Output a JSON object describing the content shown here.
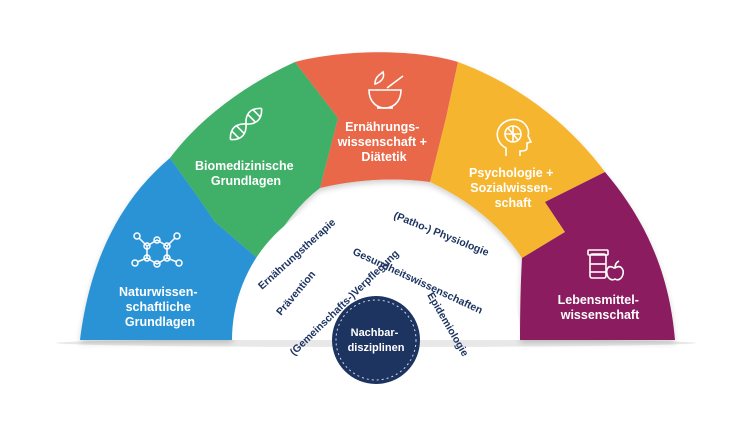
{
  "colors": {
    "blue": "#2a93d5",
    "green": "#3faf67",
    "orange": "#e8674a",
    "yellow": "#f5b52e",
    "purple": "#8a1f5e",
    "navy": "#1d3461"
  },
  "segments": [
    {
      "id": "naturwissenschaft",
      "lines": [
        "Naturwissen-",
        "schaftliche",
        "Grundlagen"
      ],
      "icon": "molecule-icon"
    },
    {
      "id": "biomedizin",
      "lines": [
        "Biomedizinische",
        "Grundlagen"
      ],
      "icon": "dna-icon"
    },
    {
      "id": "ernaehrung",
      "lines": [
        "Ernährungs-",
        "wissenschaft +",
        "Diätetik"
      ],
      "icon": "mortar-pestle-icon"
    },
    {
      "id": "psychologie",
      "lines": [
        "Psychologie +",
        "Sozialwissen-",
        "schaft"
      ],
      "icon": "brain-head-icon"
    },
    {
      "id": "lebensmittel",
      "lines": [
        "Lebensmittel-",
        "wissenschaft"
      ],
      "icon": "food-jar-apple-icon"
    }
  ],
  "ring_labels": [
    "Ernährungstherapie",
    "Prävention",
    "(Gemeinschafts-)Verpflegung",
    "(Patho-) Physiologie",
    "Gesundheitswissenschaften",
    "Epidemiologie"
  ],
  "center": {
    "lines": [
      "Nachbar-",
      "disziplinen"
    ]
  }
}
